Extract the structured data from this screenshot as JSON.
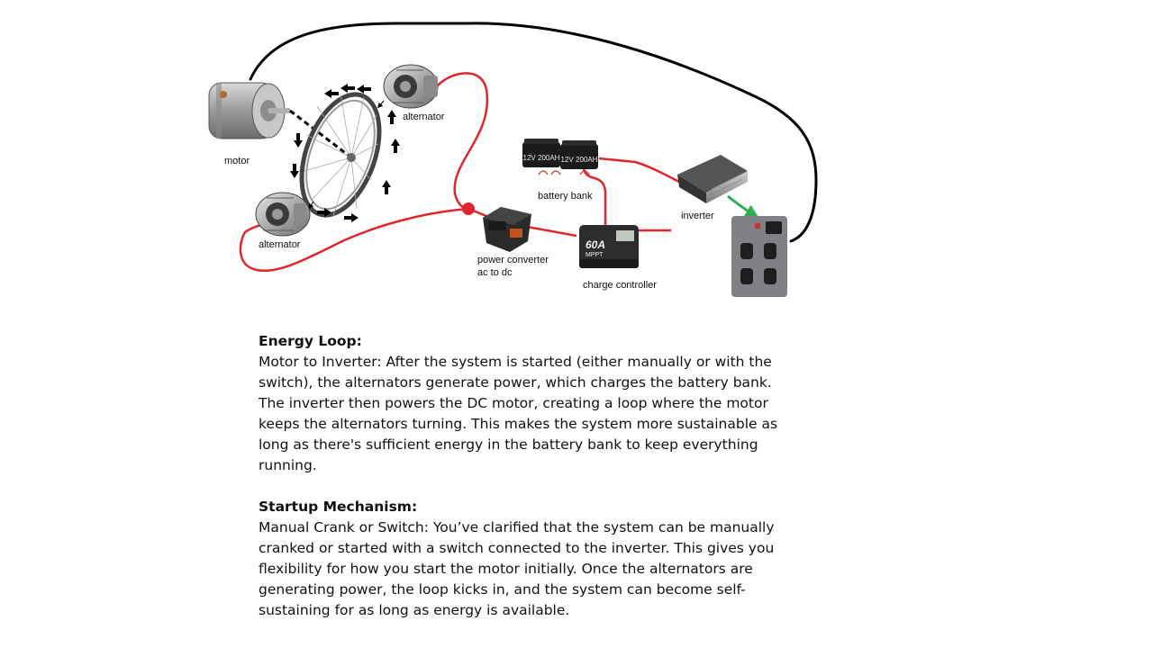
{
  "labels": {
    "motor": "motor",
    "alternator_top": "alternator",
    "alternator_bottom": "alternator",
    "battery_bank": "battery bank",
    "inverter": "inverter",
    "power_converter_line1": "power converter",
    "power_converter_line2": "ac to dc",
    "charge_controller": "charge controller"
  },
  "device_text": {
    "battery_label_1": "12V 200AH",
    "battery_label_2": "12V 200AH",
    "controller_amps": "60A",
    "controller_type": "MPPT"
  },
  "colors": {
    "red_wire": "#e0262c",
    "black_wire": "#000000",
    "green_arrow": "#2fae4b"
  },
  "sections": [
    {
      "heading": "Energy Loop:",
      "body": "Motor to Inverter: After the system is started (either manually or with the switch), the alternators generate power, which charges the battery bank. The inverter then powers the DC motor, creating a loop where the motor keeps the alternators turning. This makes the system more sustainable as long as there's sufficient energy in the battery bank to keep everything running."
    },
    {
      "heading": "Startup Mechanism:",
      "body": "Manual Crank or Switch: You’ve clarified that the system can be manually cranked or started with a switch connected to the inverter. This gives you flexibility for how you start the motor initially. Once the alternators are generating power, the loop kicks in, and the system can become self-sustaining for as long as energy is available."
    }
  ]
}
